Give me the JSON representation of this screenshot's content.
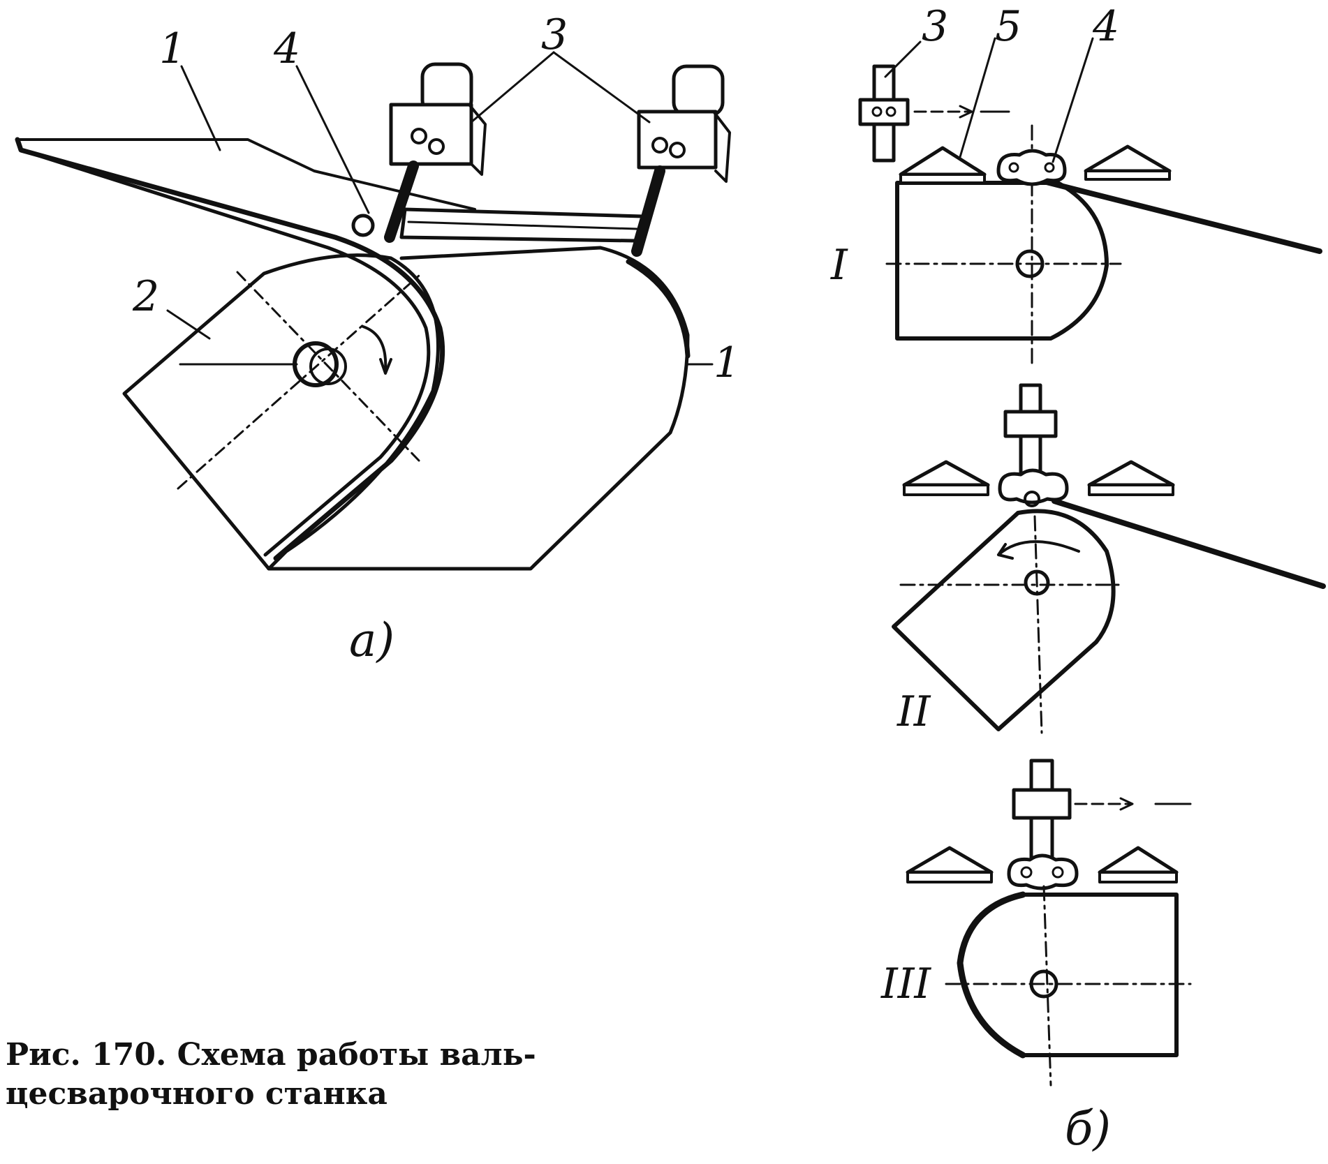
{
  "figure": {
    "caption_lines": [
      "Рис. 170. Схема работы валь-",
      "цесварочного  станка"
    ],
    "subfigure_a": {
      "label": "а)",
      "callouts": [
        "1",
        "4",
        "3",
        "2",
        "1"
      ]
    },
    "subfigure_b": {
      "label": "б)",
      "callouts": [
        "3",
        "5",
        "4"
      ],
      "stages": [
        "I",
        "II",
        "III"
      ]
    }
  }
}
